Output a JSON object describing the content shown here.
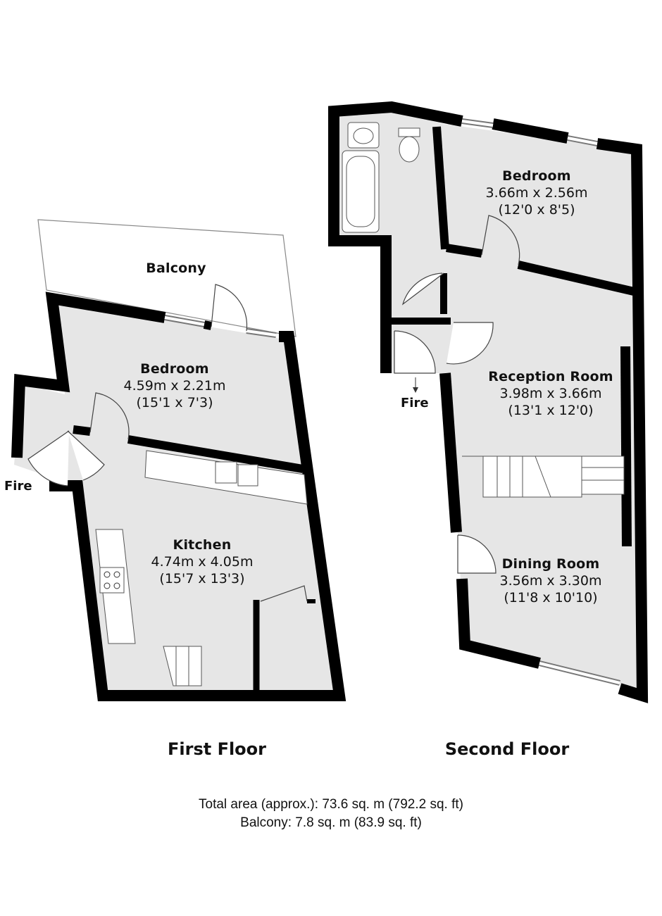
{
  "floors": {
    "first": {
      "title": "First Floor",
      "balcony": "Balcony",
      "bedroom": {
        "name": "Bedroom",
        "metric": "4.59m x 2.21m",
        "imperial": "(15'1 x 7'3)"
      },
      "kitchen": {
        "name": "Kitchen",
        "metric": "4.74m x 4.05m",
        "imperial": "(15'7 x 13'3)"
      },
      "fire_exit": "Fire"
    },
    "second": {
      "title": "Second Floor",
      "bedroom": {
        "name": "Bedroom",
        "metric": "3.66m x 2.56m",
        "imperial": "(12'0 x 8'5)"
      },
      "reception": {
        "name": "Reception Room",
        "metric": "3.98m x 3.66m",
        "imperial": "(13'1 x 12'0)"
      },
      "dining": {
        "name": "Dining Room",
        "metric": "3.56m x 3.30m",
        "imperial": "(11'8 x 10'10)"
      },
      "fire_exit": "Fire"
    }
  },
  "totals": {
    "total_area": "Total area (approx.): 73.6 sq. m (792.2 sq. ft)",
    "balcony_area": "Balcony: 7.8 sq. m (83.9 sq. ft)"
  },
  "colors": {
    "wall": "#000000",
    "floor": "#e6e6e6",
    "line": "#555555",
    "background": "#ffffff"
  }
}
